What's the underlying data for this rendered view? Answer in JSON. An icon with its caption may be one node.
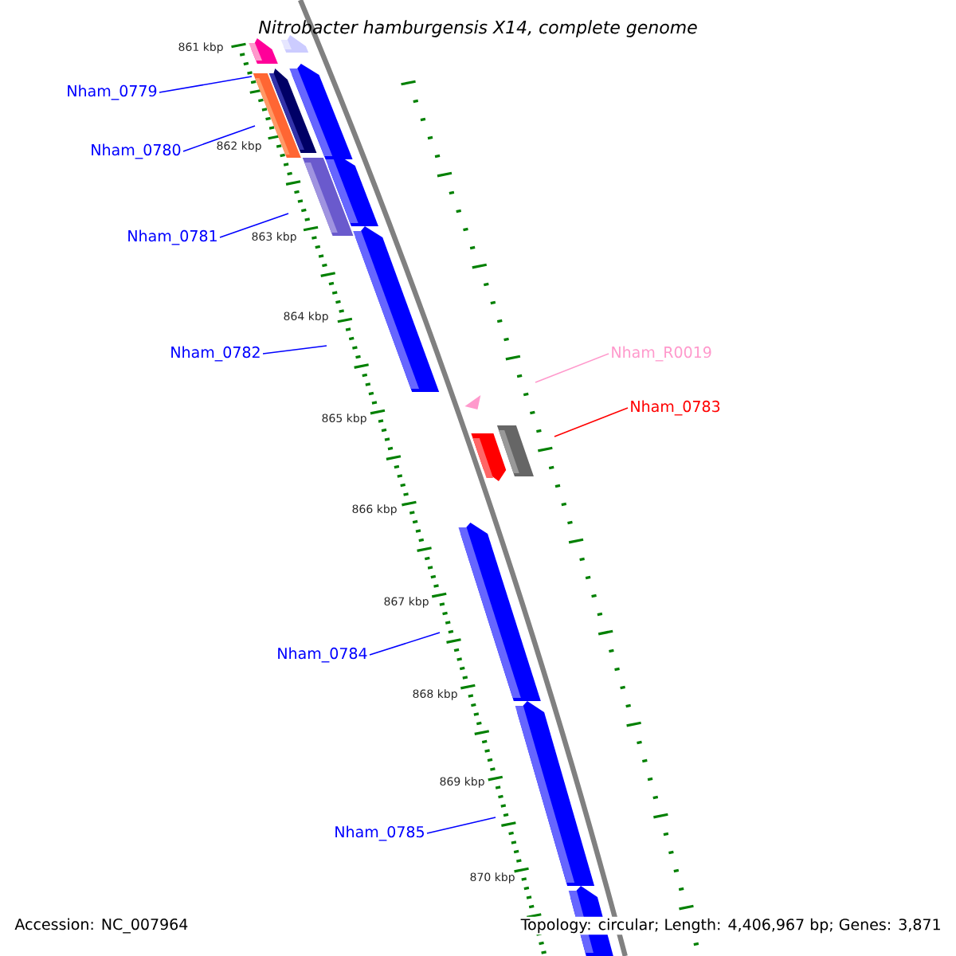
{
  "diagram": {
    "title": "Nitrobacter hamburgensis X14, complete genome",
    "nodes": [
      {
        "text": [
          "Nham_0779"
        ]
      },
      {
        "text": [
          "Nham_0780"
        ]
      },
      {
        "text": [
          "Nham_0781"
        ]
      },
      {
        "text": [
          "Nham_0782"
        ]
      },
      {
        "text": [
          "Nham_R0019"
        ]
      },
      {
        "text": [
          "Nham_0783"
        ]
      },
      {
        "text": [
          "Nham_0784"
        ]
      },
      {
        "text": [
          "Nham_0785"
        ]
      }
    ],
    "edges": [
      {
        "from": 0,
        "to": null,
        "arrow": "none"
      },
      {
        "from": 1,
        "to": null,
        "arrow": "none"
      },
      {
        "from": 2,
        "to": null,
        "arrow": "none"
      },
      {
        "from": 3,
        "to": null,
        "arrow": "none"
      },
      {
        "from": 4,
        "to": null,
        "arrow": "none",
        "color": "#ff99cc"
      },
      {
        "from": 5,
        "to": null,
        "arrow": "none",
        "color": "#ff0000"
      },
      {
        "from": 6,
        "to": null,
        "arrow": "none"
      },
      {
        "from": 7,
        "to": null,
        "arrow": "none"
      }
    ],
    "labels": [
      "861 kbp",
      "862 kbp",
      "863 kbp",
      "864 kbp",
      "865 kbp",
      "866 kbp",
      "867 kbp",
      "868 kbp",
      "869 kbp",
      "870 kbp",
      "Accession: NC_007964",
      "Topology: circular; Length: 4,406,967 bp; Genes: 3,871"
    ]
  }
}
